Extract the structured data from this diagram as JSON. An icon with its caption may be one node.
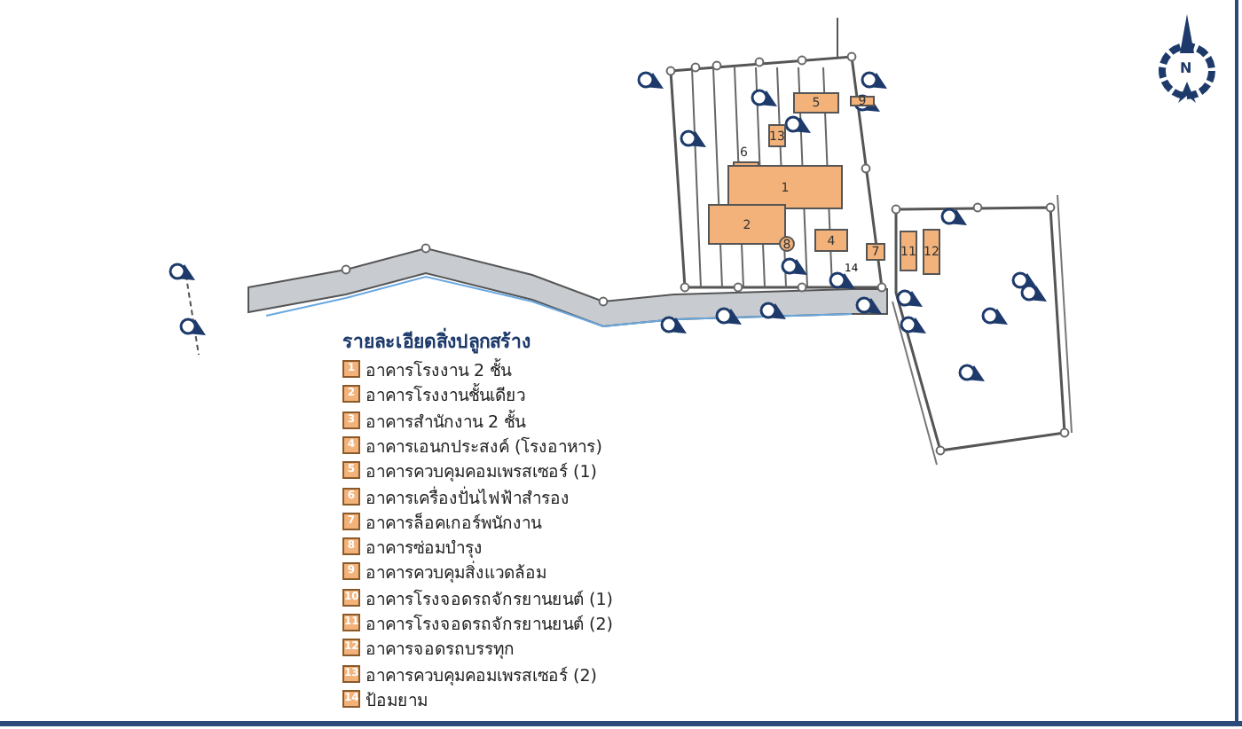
{
  "diagram": {
    "title": "รายละเอียดสิ่งปลูกสร้าง",
    "nodes": [
      {
        "text": [
          "5"
        ]
      },
      {
        "text": [
          "9"
        ]
      },
      {
        "text": [
          "13"
        ]
      },
      {
        "text": [
          "6"
        ]
      },
      {
        "text": [
          "1"
        ]
      },
      {
        "text": [
          "2"
        ]
      },
      {
        "text": [
          "8"
        ]
      },
      {
        "text": [
          "4"
        ]
      },
      {
        "text": [
          "7"
        ]
      },
      {
        "text": [
          "11"
        ]
      },
      {
        "text": [
          "12"
        ]
      }
    ],
    "labels": [
      "1",
      "2",
      "3",
      "4",
      "5",
      "6",
      "7",
      "8",
      "9",
      "10",
      "11",
      "12",
      "13",
      "14",
      "14",
      "N"
    ],
    "legend": [
      {
        "text": "อาคารโรงงาน 2 ชั้น",
        "color": "#f2b27a"
      },
      {
        "text": "อาคารโรงงานชั้นเดียว",
        "color": "#f2b27a"
      },
      {
        "text": "อาคารสำนักงาน 2 ชั้น",
        "color": "#f2b27a"
      },
      {
        "text": "อาคารเอนกประสงค์ (โรงอาหาร)",
        "color": "#f2b27a"
      },
      {
        "text": "อาคารควบคุมคอมเพรสเซอร์ (1)",
        "color": "#f2b27a"
      },
      {
        "text": "อาคารเครื่องปั่นไฟฟ้าสำรอง",
        "color": "#f2b27a"
      },
      {
        "text": "อาคารล็อคเกอร์พนักงาน",
        "color": "#f2b27a"
      },
      {
        "text": "อาคารซ่อมบำรุง",
        "color": "#f2b27a"
      },
      {
        "text": "อาคารควบคุมสิ่งแวดล้อม",
        "color": "#f2b27a"
      },
      {
        "text": "อาคารโรงจอดรถจักรยานยนต์ (1)",
        "color": "#f2b27a"
      },
      {
        "text": "อาคารโรงจอดรถจักรยานยนต์ (2)",
        "color": "#f2b27a"
      },
      {
        "text": "อาคารจอดรถบรรทุก",
        "color": "#f2b27a"
      },
      {
        "text": "อาคารควบคุมคอมเพรสเซอร์ (2)",
        "color": "#f2b27a"
      },
      {
        "text": "ป้อมยาม",
        "color": "#f2b27a"
      }
    ]
  }
}
